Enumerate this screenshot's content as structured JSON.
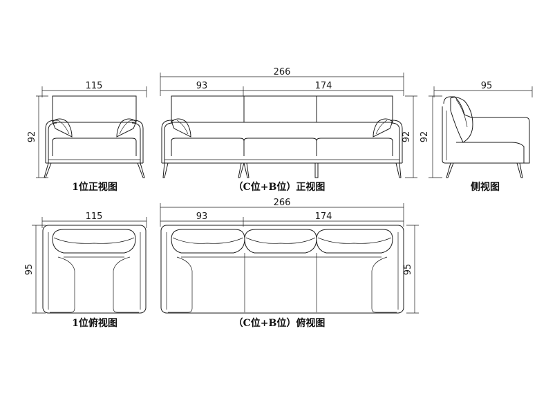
{
  "captions": {
    "single_front": "1位正视图",
    "combo_front": "（C位+B位）正视图",
    "side": "侧视图",
    "single_top": "1位俯视图",
    "combo_top": "（C位+B位）俯视图"
  },
  "dimensions": {
    "single_width": "115",
    "single_height": "92",
    "combo_total": "266",
    "combo_left": "93",
    "combo_right": "174",
    "combo_height": "92",
    "side_depth": "95",
    "side_height": "92",
    "single_top_width": "115",
    "single_top_depth": "95",
    "combo_top_total": "266",
    "combo_top_left": "93",
    "combo_top_right": "174",
    "combo_top_depth": "95"
  }
}
